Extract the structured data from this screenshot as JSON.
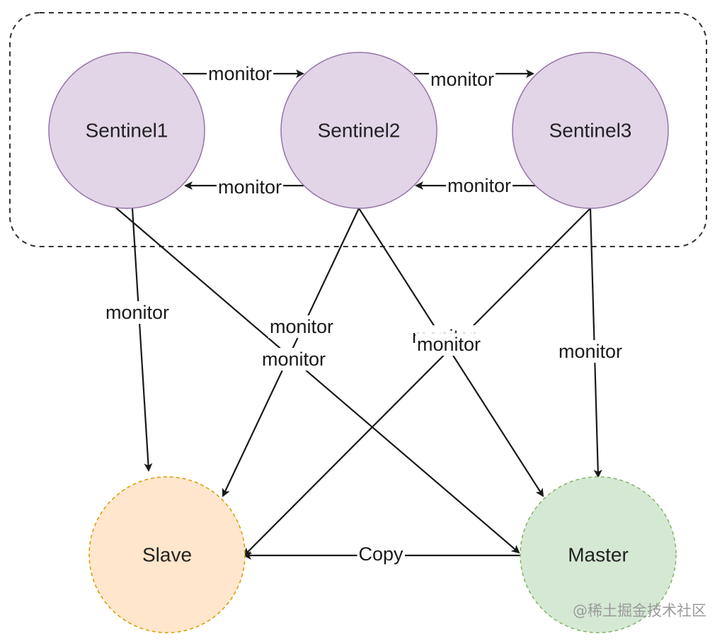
{
  "nodes": {
    "sentinel1": {
      "label": "Sentinel1",
      "fill": "#e1d5e7",
      "stroke": "#9673a6"
    },
    "sentinel2": {
      "label": "Sentinel2",
      "fill": "#e1d5e7",
      "stroke": "#9673a6"
    },
    "sentinel3": {
      "label": "Sentinel3",
      "fill": "#e1d5e7",
      "stroke": "#9673a6"
    },
    "slave": {
      "label": "Slave",
      "fill": "#ffe6cc",
      "stroke": "#d79b00"
    },
    "master": {
      "label": "Master",
      "fill": "#d5e8d4",
      "stroke": "#82b366"
    }
  },
  "edges": [
    {
      "from": "sentinel1",
      "to": "sentinel2",
      "label": "monitor"
    },
    {
      "from": "sentinel2",
      "to": "sentinel3",
      "label": "monitor"
    },
    {
      "from": "sentinel2",
      "to": "sentinel1",
      "label": "monitor"
    },
    {
      "from": "sentinel3",
      "to": "sentinel2",
      "label": "monitor"
    },
    {
      "from": "sentinel1",
      "to": "slave",
      "label": "monitor"
    },
    {
      "from": "sentinel1",
      "to": "master",
      "label": "monitor"
    },
    {
      "from": "sentinel2",
      "to": "slave",
      "label": "monitor"
    },
    {
      "from": "sentinel2",
      "to": "master",
      "label": "monitor"
    },
    {
      "from": "sentinel3",
      "to": "slave",
      "label": "monitor"
    },
    {
      "from": "sentinel3",
      "to": "master",
      "label": "monitor"
    },
    {
      "from": "master",
      "to": "slave",
      "label": "Copy"
    }
  ],
  "watermark": "@稀土掘金技术社区",
  "colors": {
    "edge": "#1a1a1a",
    "group_border": "#333333"
  }
}
